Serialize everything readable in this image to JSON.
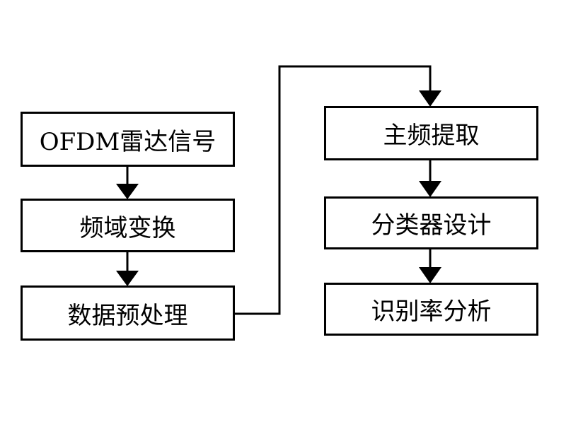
{
  "diagram": {
    "type": "flowchart",
    "nodes": [
      {
        "id": "ofdm_radar_signal",
        "label": "OFDM雷达信号"
      },
      {
        "id": "freq_transform",
        "label": "频域变换"
      },
      {
        "id": "data_preprocess",
        "label": "数据预处理"
      },
      {
        "id": "main_freq_extract",
        "label": "主频提取"
      },
      {
        "id": "classifier_design",
        "label": "分类器设计"
      },
      {
        "id": "recognition_analysis",
        "label": "识别率分析"
      }
    ],
    "edges": [
      {
        "from": "ofdm_radar_signal",
        "to": "freq_transform"
      },
      {
        "from": "freq_transform",
        "to": "data_preprocess"
      },
      {
        "from": "data_preprocess",
        "to": "main_freq_extract"
      },
      {
        "from": "main_freq_extract",
        "to": "classifier_design"
      },
      {
        "from": "classifier_design",
        "to": "recognition_analysis"
      }
    ],
    "colors": {
      "stroke": "#000000",
      "fill": "#ffffff",
      "text": "#000000"
    }
  }
}
